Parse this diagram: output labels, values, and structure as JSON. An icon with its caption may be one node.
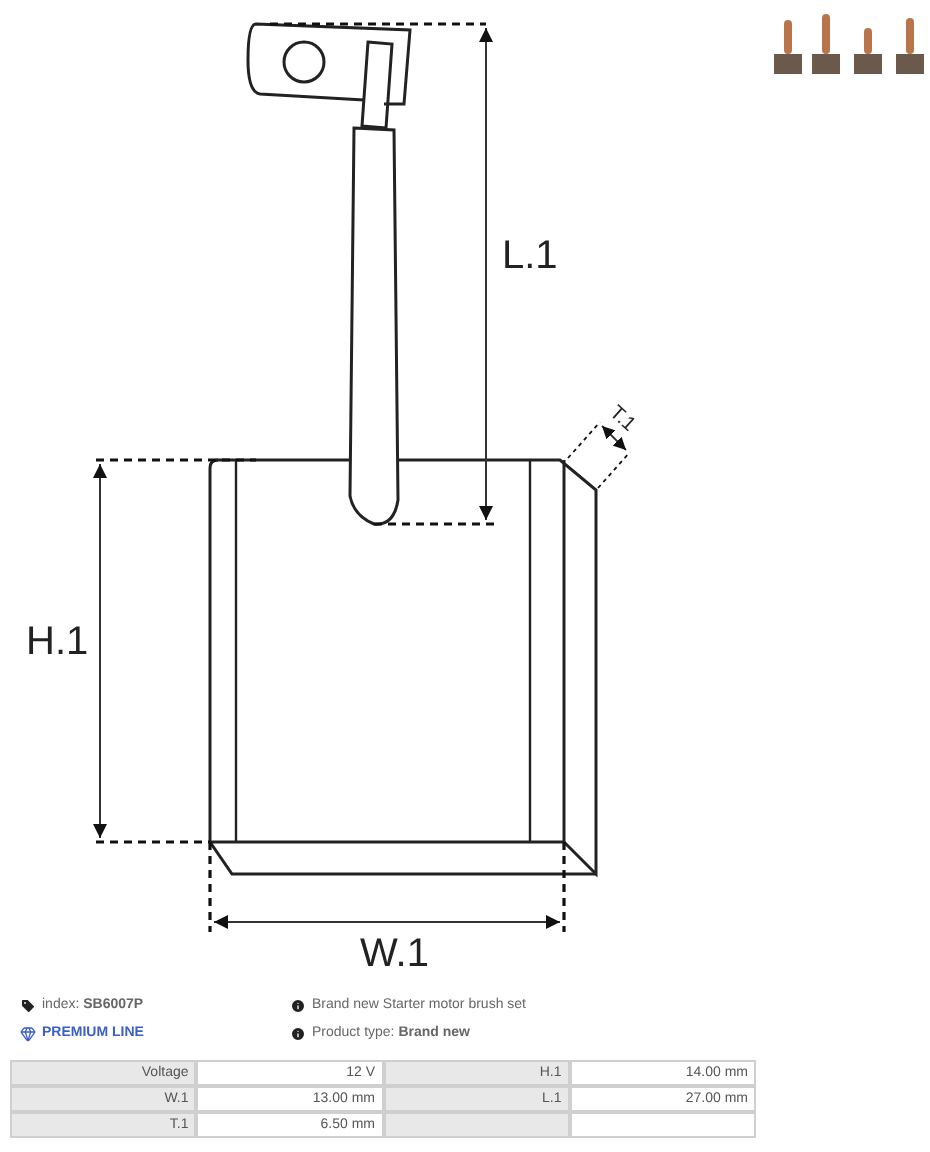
{
  "diagram": {
    "labels": [
      "L.1",
      "T.1",
      "H.1",
      "W.1",
      "index: **SB6007P**",
      "Brand new Starter motor brush set",
      "PREMIUM LINE",
      "Product type: **Brand new**",
      "Voltage",
      "12 V",
      "H.1",
      "14.00 mm",
      "W.1",
      "13.00 mm",
      "L.1",
      "27.00 mm",
      "T.1",
      "6.50 mm"
    ]
  }
}
